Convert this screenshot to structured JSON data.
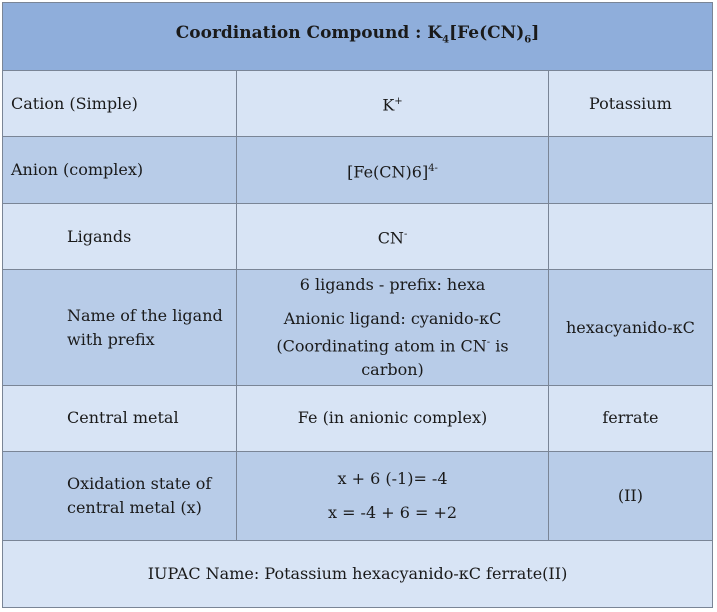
{
  "title": {
    "prefix": "Coordination Compound : K",
    "sub1": "4",
    "mid": "[Fe(CN)",
    "sub2": "6",
    "suffix": "]"
  },
  "rows": [
    {
      "label": "Cation (Simple)",
      "value_base": "K",
      "value_sup": "+",
      "name": "Potassium"
    },
    {
      "label": "Anion (complex)",
      "value_base": "[Fe(CN)6]",
      "value_sup": "4-",
      "name": ""
    },
    {
      "label": "Ligands",
      "value_base": "CN",
      "value_sup": "-",
      "name": ""
    },
    {
      "label": "Name of the ligand with prefix",
      "line1": "6 ligands - prefix: hexa",
      "line2": "Anionic ligand: cyanido-κC",
      "line3a": "(Coordinating atom in CN",
      "line3sup": "-",
      "line3b": " is carbon)",
      "name": "hexacyanido-κC"
    },
    {
      "label": "Central metal",
      "value": "Fe (in anionic complex)",
      "name": "ferrate"
    },
    {
      "label": "Oxidation state of central metal (x)",
      "line1": "x + 6 (-1)= -4",
      "line2": "x = -4 + 6 = +2",
      "name": "(II)"
    }
  ],
  "footer": "IUPAC Name: Potassium hexacyanido-κC ferrate(II)"
}
